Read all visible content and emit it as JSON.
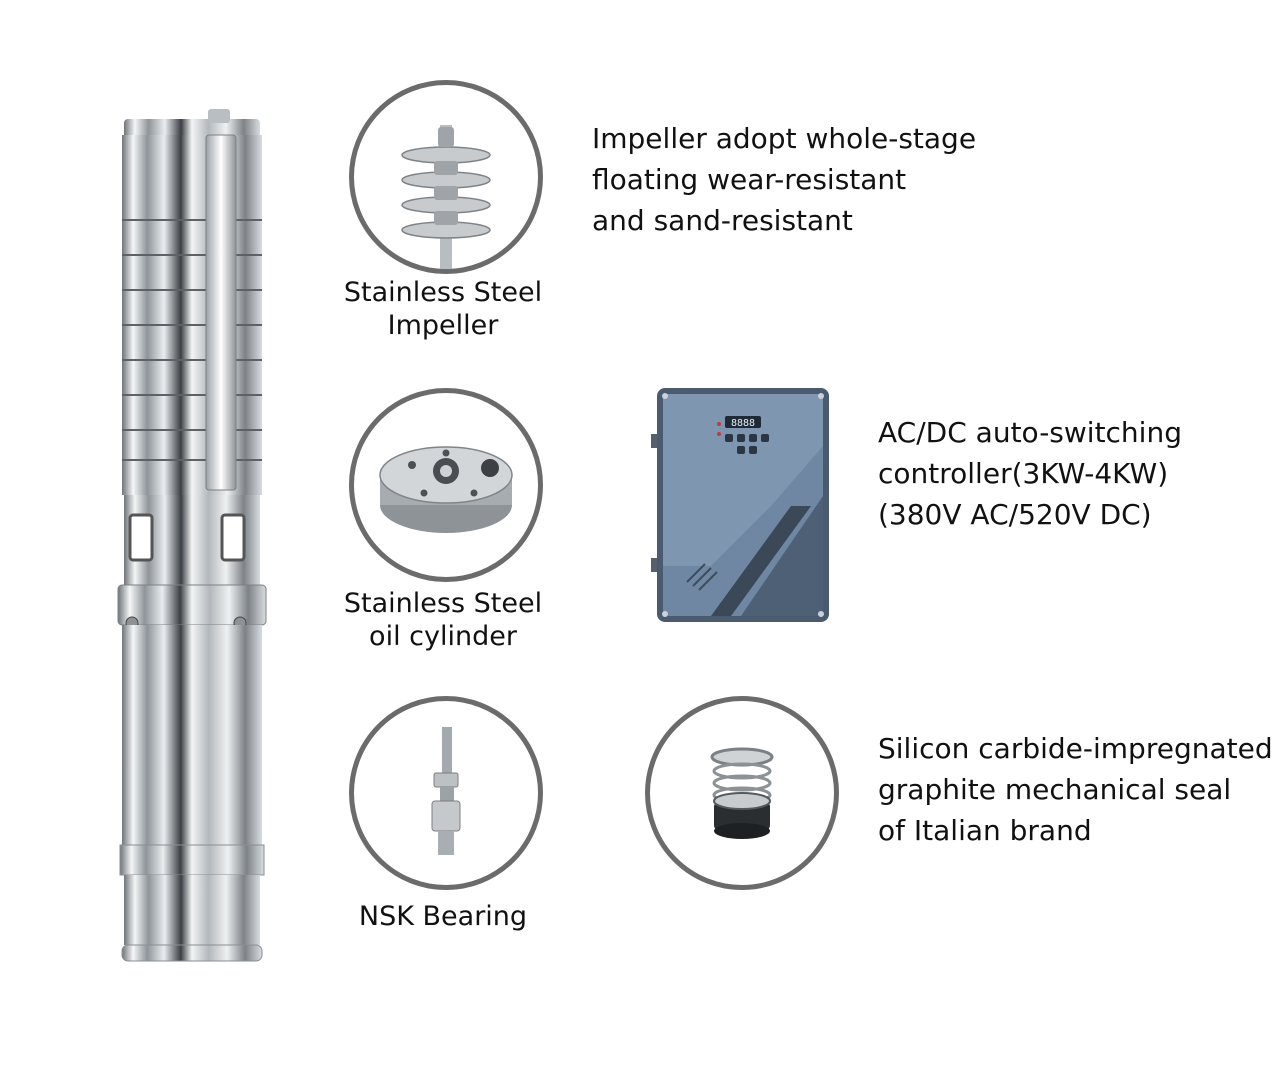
{
  "features": {
    "impeller": {
      "icon": "impeller-icon",
      "caption": [
        "Stainless Steel",
        "Impeller"
      ],
      "description": [
        "Impeller adopt whole-stage",
        "floating wear-resistant",
        "and sand-resistant"
      ]
    },
    "oil_cylinder": {
      "icon": "oil-cylinder-icon",
      "caption": [
        "Stainless Steel",
        "oil cylinder"
      ]
    },
    "bearing": {
      "icon": "bearing-icon",
      "caption": [
        "NSK Bearing"
      ]
    },
    "controller": {
      "icon": "controller-icon",
      "display": "8888",
      "description": [
        "AC/DC auto-switching",
        "controller(3KW-4KW)",
        "(380V AC/520V DC)"
      ]
    },
    "mechanical_seal": {
      "icon": "mechanical-seal-icon",
      "description": [
        "Silicon carbide-impregnated",
        "graphite mechanical seal",
        "of Italian brand"
      ]
    }
  },
  "product": {
    "icon": "submersible-pump-icon"
  },
  "colors": {
    "circle_border": "#6b6b6b",
    "steel": "#c9ced2",
    "controller_body": "#5b7390"
  }
}
